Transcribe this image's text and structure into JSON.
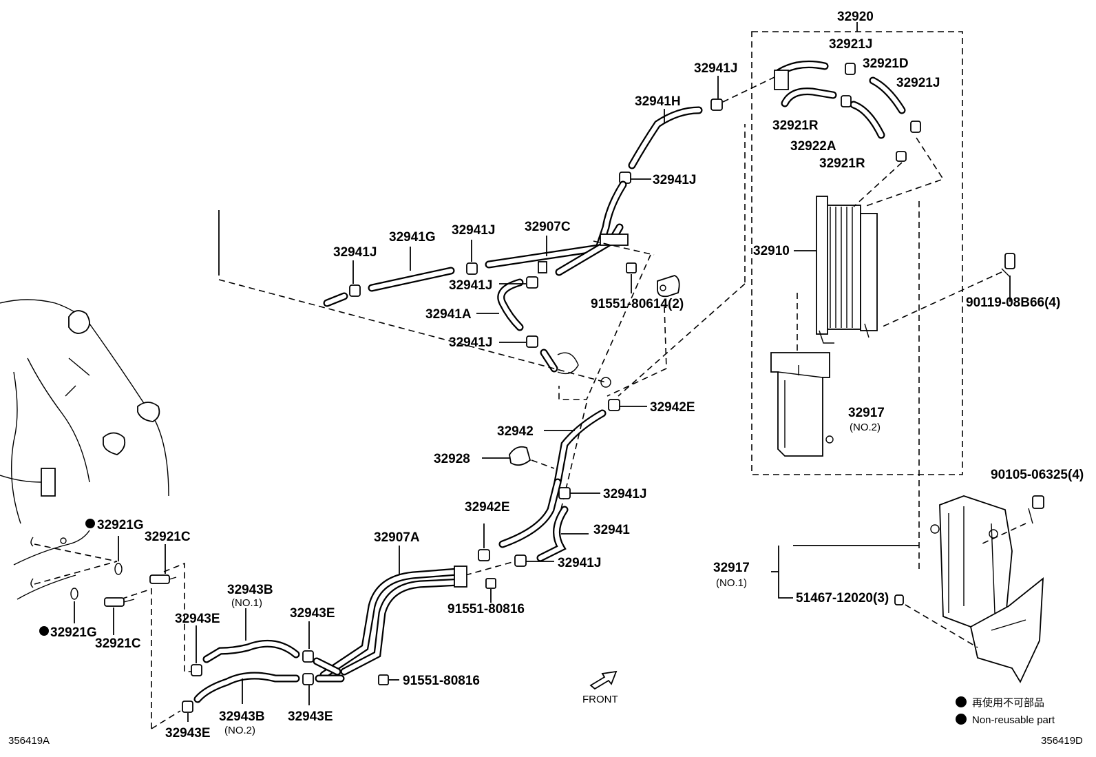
{
  "diagram": {
    "assembly_label": "32920",
    "labels": {
      "l_32921J_a": "32921J",
      "l_32921D": "32921D",
      "l_32921J_b": "32921J",
      "l_32921R_a": "32921R",
      "l_32922A": "32922A",
      "l_32921R_b": "32921R",
      "l_32910": "32910",
      "l_90119": "90119-08B66(4)",
      "l_32917_2": "32917",
      "l_32917_2_sub": "(NO.2)",
      "l_90105": "90105-06325(4)",
      "l_32917_1": "32917",
      "l_32917_1_sub": "(NO.1)",
      "l_51467": "51467-12020(3)",
      "l_32941J_top": "32941J",
      "l_32941H": "32941H",
      "l_32941J_mid": "32941J",
      "l_32941G": "32941G",
      "l_32941J_g1": "32941J",
      "l_32941J_g2": "32941J",
      "l_32907C": "32907C",
      "l_32941J_c": "32941J",
      "l_32941A": "32941A",
      "l_91551_806": "91551-80614(2)",
      "l_32941J_d": "32941J",
      "l_32942E_a": "32942E",
      "l_32942": "32942",
      "l_32928": "32928",
      "l_32941J_e": "32941J",
      "l_32942E_b": "32942E",
      "l_32941": "32941",
      "l_32941J_f": "32941J",
      "l_32907A": "32907A",
      "l_91551_816a": "91551-80816",
      "l_91551_816b": "91551-80816",
      "l_32921G_a": "32921G",
      "l_32921C_a": "32921C",
      "l_32921G_b": "32921G",
      "l_32921C_b": "32921C",
      "l_32943E_a": "32943E",
      "l_32943B_1": "32943B",
      "l_32943B_1_sub": "(NO.1)",
      "l_32943E_b": "32943E",
      "l_32943B_2": "32943B",
      "l_32943B_2_sub": "(NO.2)",
      "l_32943E_c": "32943E",
      "l_32943E_d": "32943E",
      "front": "FRONT",
      "code_left": "356419A",
      "code_right": "356419D"
    },
    "legend": {
      "jp": "再使用不可部品",
      "en": "Non-reusable part"
    }
  }
}
